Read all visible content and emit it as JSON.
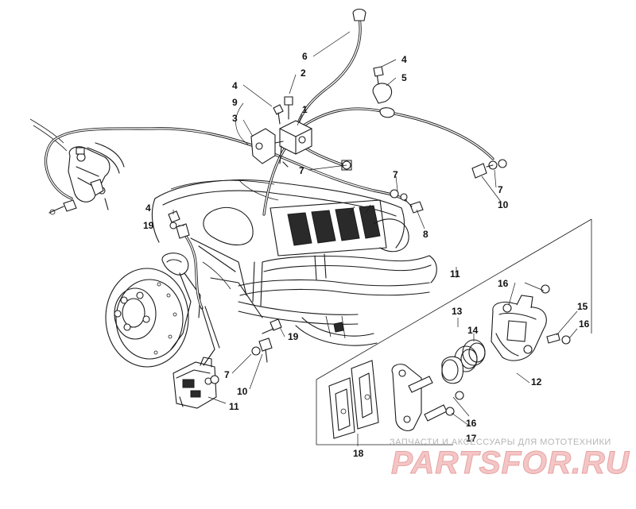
{
  "callouts": [
    {
      "id": "c1",
      "text": "1"
    },
    {
      "id": "c2",
      "text": "2"
    },
    {
      "id": "c3",
      "text": "3"
    },
    {
      "id": "c4a",
      "text": "4"
    },
    {
      "id": "c4b",
      "text": "4"
    },
    {
      "id": "c4c",
      "text": "4"
    },
    {
      "id": "c5",
      "text": "5"
    },
    {
      "id": "c6",
      "text": "6"
    },
    {
      "id": "c7a",
      "text": "7"
    },
    {
      "id": "c7b",
      "text": "7"
    },
    {
      "id": "c7c",
      "text": "7"
    },
    {
      "id": "c7d",
      "text": "7"
    },
    {
      "id": "c8",
      "text": "8"
    },
    {
      "id": "c9",
      "text": "9"
    },
    {
      "id": "c10a",
      "text": "10"
    },
    {
      "id": "c10b",
      "text": "10"
    },
    {
      "id": "c11a",
      "text": "11"
    },
    {
      "id": "c11b",
      "text": "11"
    },
    {
      "id": "c12",
      "text": "12"
    },
    {
      "id": "c13",
      "text": "13"
    },
    {
      "id": "c14",
      "text": "14"
    },
    {
      "id": "c15",
      "text": "15"
    },
    {
      "id": "c16a",
      "text": "16"
    },
    {
      "id": "c16b",
      "text": "16"
    },
    {
      "id": "c16c",
      "text": "16"
    },
    {
      "id": "c17",
      "text": "17"
    },
    {
      "id": "c18",
      "text": "18"
    },
    {
      "id": "c19a",
      "text": "19"
    },
    {
      "id": "c19b",
      "text": "19"
    }
  ],
  "watermark": {
    "tagline": "ЗАПЧАСТИ И АКСЕССУАРЫ ДЛЯ МОТОТЕХНИКИ",
    "logo": "PARTSFOR.RU"
  },
  "colors": {
    "line": "#1a1a1a",
    "background": "#ffffff",
    "watermark_logo": "#f4c6c6",
    "watermark_text": "#b5b5b5"
  }
}
